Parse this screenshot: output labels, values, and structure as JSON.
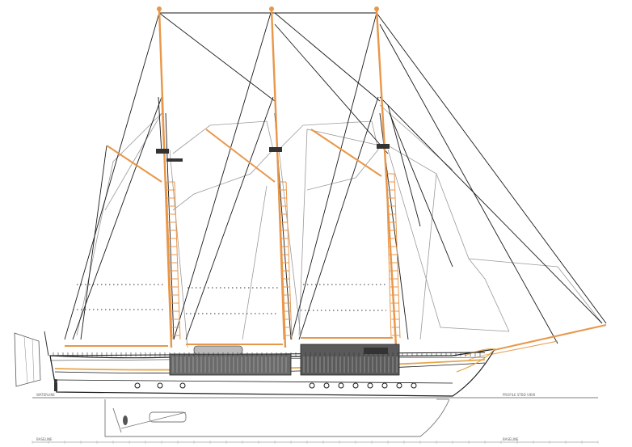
{
  "labels": {
    "waterline_left": "WATERLINE",
    "waterline_right": "PROFILE STBD VIEW",
    "baseline_left": "BASELINE",
    "baseline_right": "BASELINE"
  },
  "colors": {
    "spar": "#e8974a",
    "rigging_dark": "#1a1a1a",
    "rigging_light": "#8a8a8a",
    "hull_stripe": "#e6a64a",
    "deckhouse": "#555555"
  }
}
